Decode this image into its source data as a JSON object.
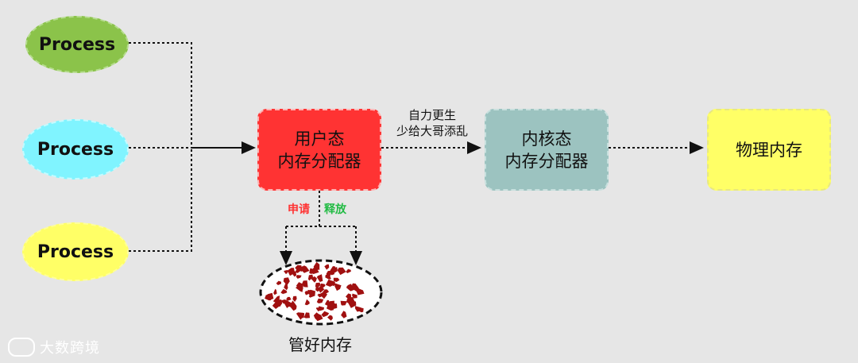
{
  "processes": [
    {
      "label": "Process",
      "color": "#8bc34a"
    },
    {
      "label": "Process",
      "color": "#80f4ff"
    },
    {
      "label": "Process",
      "color": "#ffff66"
    }
  ],
  "user_allocator": {
    "line1": "用户态",
    "line2": "内存分配器",
    "color": "#ff3333"
  },
  "kernel_allocator": {
    "line1": "内核态",
    "line2": "内存分配器",
    "color": "#9cc3c0"
  },
  "physical_memory": {
    "label": "物理内存",
    "color": "#ffff66"
  },
  "edge_label": {
    "line1": "自力更生",
    "line2": "少给大哥添乱"
  },
  "alloc_tag": {
    "text": "申请",
    "color": "#ff3333"
  },
  "free_tag": {
    "text": "释放",
    "color": "#22bb44"
  },
  "pool": {
    "caption": "管好内存",
    "chunk_color": "#a01010"
  },
  "watermark": {
    "text": "大数跨境"
  }
}
